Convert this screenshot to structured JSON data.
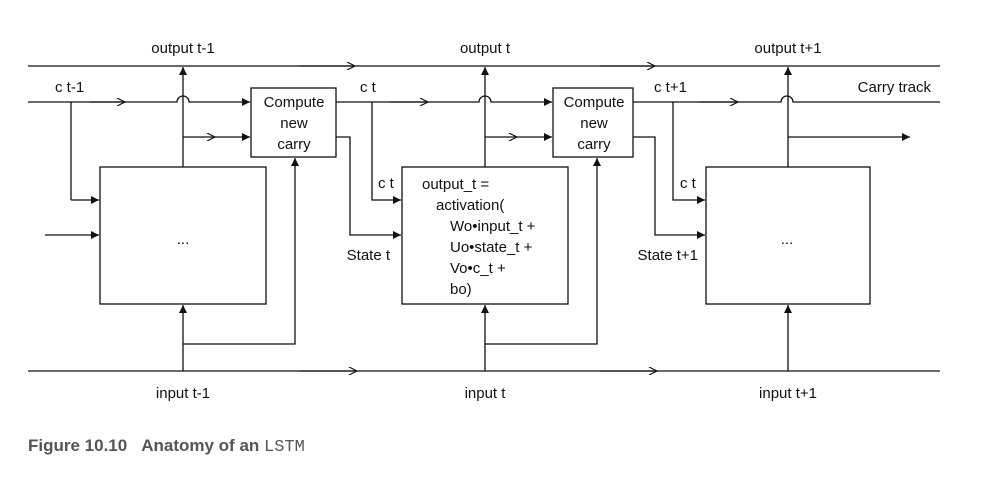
{
  "diagram": {
    "top_labels": [
      "output t-1",
      "output t",
      "output t+1"
    ],
    "bottom_labels": [
      "input t-1",
      "input t",
      "input t+1"
    ],
    "carry_labels": [
      "c t-1",
      "c t",
      "c t+1"
    ],
    "carry_track_label": "Carry track",
    "compute_new_carry": [
      "Compute",
      "new",
      "carry"
    ],
    "ct_labels": [
      "c t",
      "c t"
    ],
    "state_labels": [
      "State t",
      "State t+1"
    ],
    "cell_ellipsis": [
      "...",
      "..."
    ],
    "center_cell_lines": [
      "output_t =",
      "activation(",
      "Wo•input_t +",
      "Uo•state_t +",
      "Vo•c_t +",
      "bo)"
    ]
  },
  "caption": {
    "figure_number": "Figure 10.10",
    "title": "Anatomy of an",
    "code": "LSTM"
  },
  "colors": {
    "line": "#111111",
    "caption": "#555555"
  }
}
